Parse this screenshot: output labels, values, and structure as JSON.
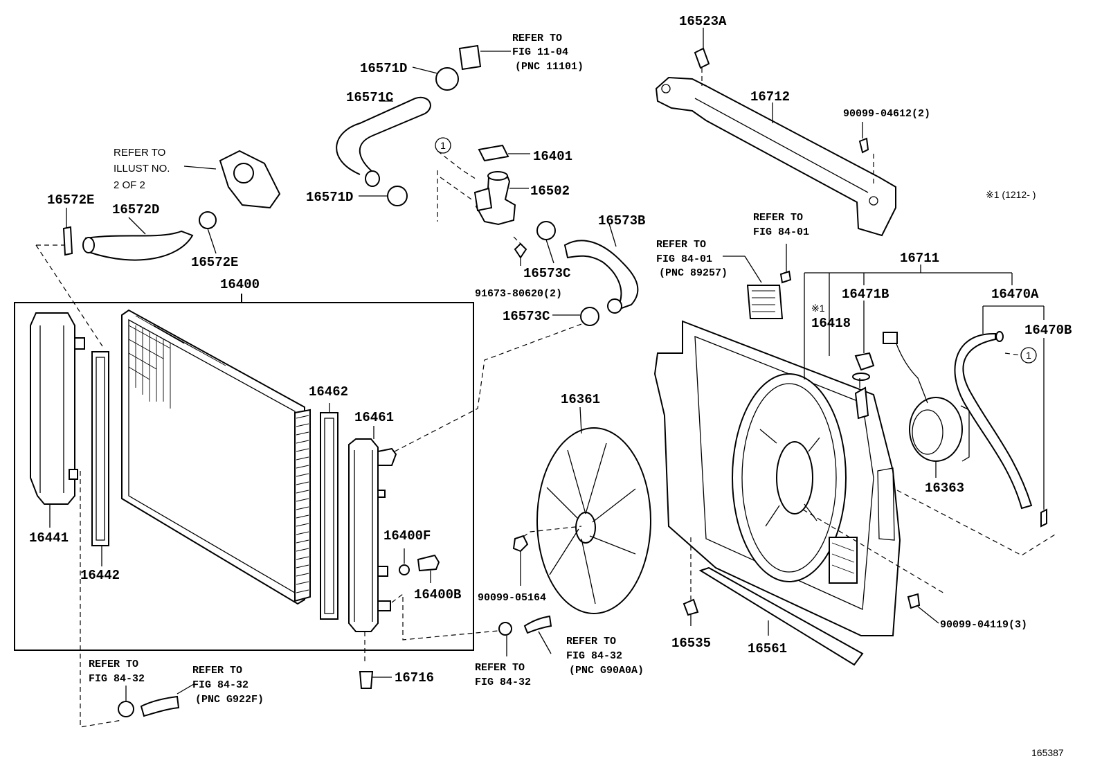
{
  "diagram_id": "165387",
  "parts": {
    "p16523A": "16523A",
    "p16712": "16712",
    "p90099_04612": "90099-04612(2)",
    "p16571D_top": "16571D",
    "p16571C": "16571C",
    "p16401": "16401",
    "p16502": "16502",
    "p16571D_mid": "16571D",
    "p16572E_left": "16572E",
    "p16572D": "16572D",
    "p16572E_right": "16572E",
    "p16573B": "16573B",
    "p16573C_upper": "16573C",
    "p91673_80620": "91673-80620(2)",
    "p16573C_lower": "16573C",
    "p16400": "16400",
    "p16711": "16711",
    "p16471B": "16471B",
    "p16418": "16418",
    "p16470A": "16470A",
    "p16470B": "16470B",
    "p16462": "16462",
    "p16461": "16461",
    "p16361": "16361",
    "p16363": "16363",
    "p16441": "16441",
    "p16442": "16442",
    "p16400F": "16400F",
    "p16400B": "16400B",
    "p90099_05164": "90099-05164",
    "p90099_04119": "90099-04119(3)",
    "p16535": "16535",
    "p16561": "16561",
    "p16716": "16716"
  },
  "refs": {
    "fig_11_04": [
      "REFER TO",
      "FIG 11-04",
      "(PNC 11101)"
    ],
    "illust_2of2": [
      "REFER TO",
      "ILLUST NO.",
      "2 OF 2"
    ],
    "fig_84_01_bolt": [
      "REFER TO",
      "FIG 84-01"
    ],
    "fig_84_01_relay": [
      "REFER TO",
      "FIG 84-01",
      "(PNC 89257)"
    ],
    "fig_84_32_clamp": [
      "REFER TO",
      "FIG 84-32"
    ],
    "fig_84_32_hose": [
      "REFER TO",
      "FIG 84-32",
      "(PNC G90A0A)"
    ],
    "fig_84_32_left": [
      "REFER TO",
      "FIG 84-32"
    ],
    "fig_84_32_left_hose": [
      "REFER TO",
      "FIG 84-32",
      "(PNC G922F)"
    ]
  },
  "markers": {
    "circle_one": "1",
    "note1_symbol": "※1",
    "note1_text": "※1 (1212-      )"
  }
}
